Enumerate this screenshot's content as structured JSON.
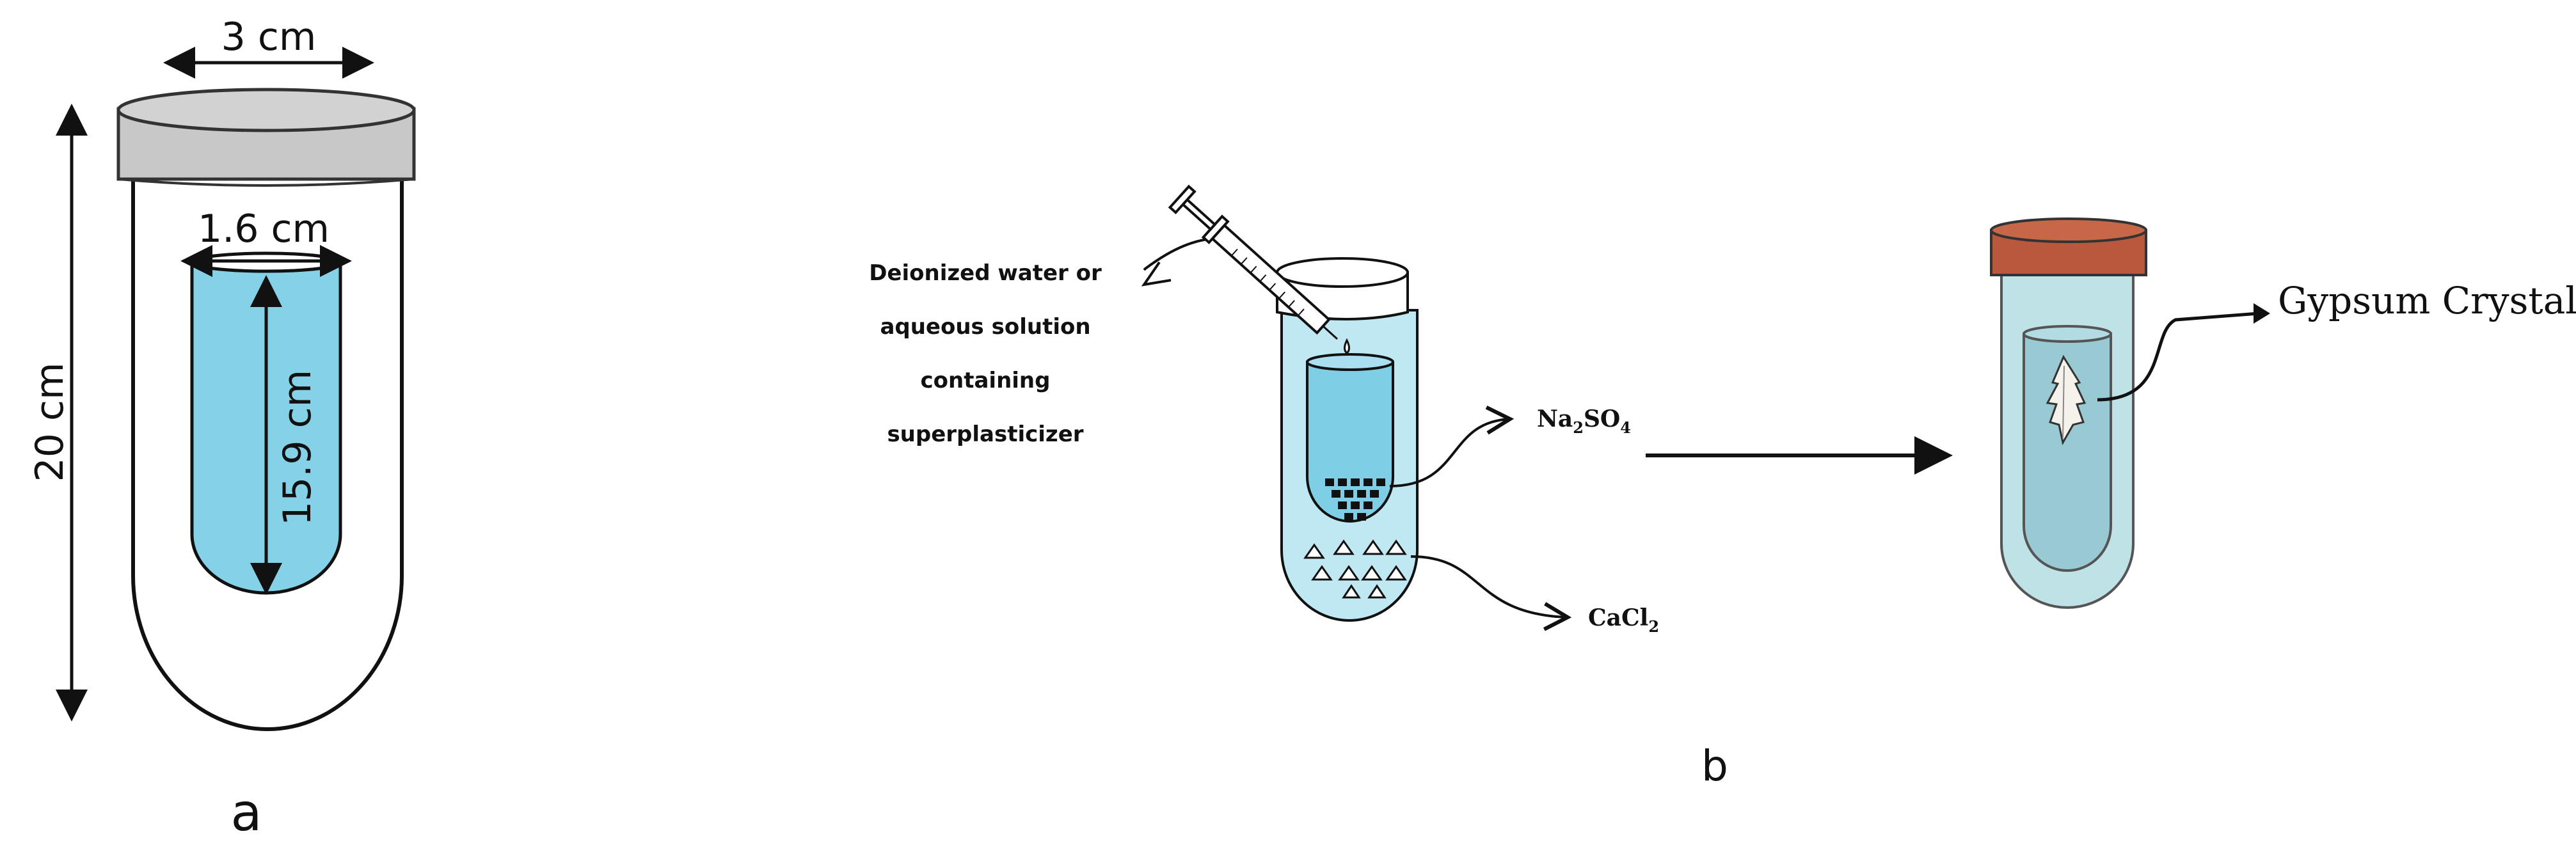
{
  "panel_a": {
    "label": "a",
    "tube_diameter": "3 cm",
    "tube_height": "20 cm",
    "inner_diameter": "1.6 cm",
    "inner_height": "15.9 cm"
  },
  "panel_b": {
    "label": "b",
    "solution_label_lines": [
      "Deionized water or",
      "aqueous solution",
      "containing",
      "superplasticizer"
    ],
    "reagent_na2so4": {
      "base1": "Na",
      "sub1": "2",
      "base2": "SO",
      "sub2": "4"
    },
    "reagent_cacl2": {
      "base1": "CaCl",
      "sub1": "2"
    },
    "product_label": "Gypsum Crystal"
  },
  "colors": {
    "liquid_light": "#bfe8f2",
    "liquid_inner": "#7ecfe6",
    "panel_a_liquid": "#85d1e8",
    "cap_gray": "#c8c8c8",
    "cap_brown": "#b9583c",
    "tube_product": "#bfe2e6",
    "outline": "#111111"
  },
  "icons": {
    "syringe": "syringe-icon",
    "crystal": "gypsum-crystal-icon",
    "triangle_particles": "triangle-particle-icon",
    "square_particles": "square-particle-icon"
  }
}
